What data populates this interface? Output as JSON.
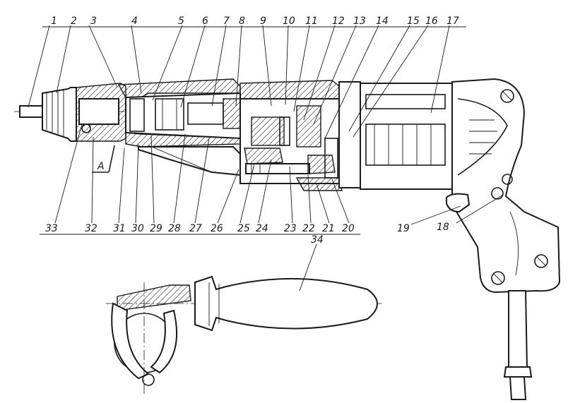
{
  "diagram": {
    "type": "technical-drawing",
    "part_labels": [
      "1",
      "2",
      "3",
      "4",
      "5",
      "6",
      "7",
      "8",
      "9",
      "10",
      "11",
      "12",
      "13",
      "14",
      "15",
      "16",
      "17",
      "18",
      "19",
      "20",
      "21",
      "22",
      "23",
      "24",
      "25",
      "26",
      "27",
      "28",
      "29",
      "30",
      "31",
      "32",
      "33",
      "34"
    ],
    "section_mark": "A"
  }
}
